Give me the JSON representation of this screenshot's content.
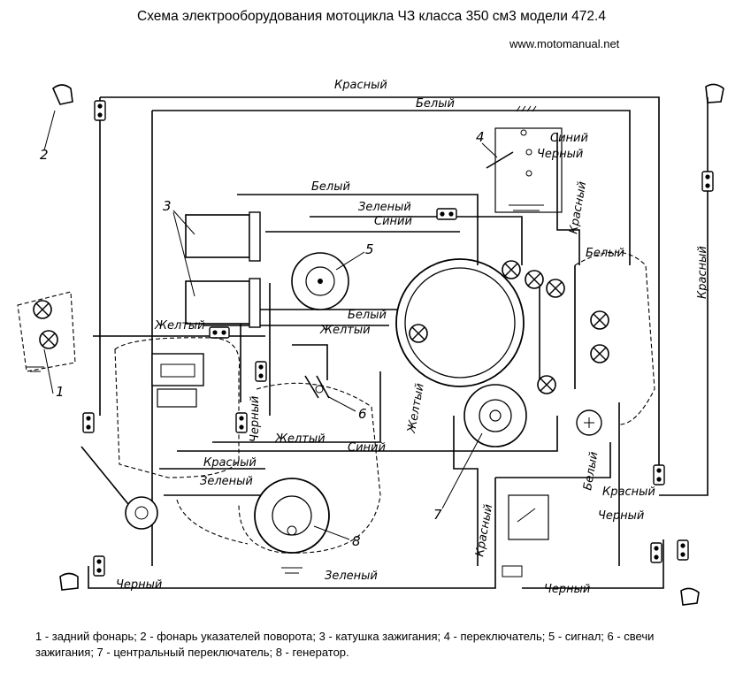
{
  "title": "Схема электрооборудования мотоцикла ЧЗ класса 350 см3 модели 472.4",
  "url": "www.motomanual.net",
  "wire_labels": {
    "red_top": "Красный",
    "white_top": "Белый",
    "white_mid": "Белый",
    "green_mid": "Зеленый",
    "blue_mid": "Синий",
    "blue_switch": "Синий",
    "black_switch": "Черный",
    "red_switch": "Красный",
    "white_right": "Белый",
    "red_right": "Красный",
    "white_center": "Белый",
    "yellow_left": "Желтый",
    "yellow_center": "Желтый",
    "yellow_vertical": "Желтый",
    "black_vertical": "Черный",
    "yellow_lower": "Желтый",
    "blue_lower": "Синий",
    "red_left": "Красный",
    "green_left": "Зеленый",
    "white_lower_right": "Белый",
    "red_lower_right": "Красный",
    "black_lower_right": "Черный",
    "red_vertical_lower": "Красный",
    "black_bottom_left": "Черный",
    "green_bottom": "Зеленый",
    "black_bottom_right": "Черный"
  },
  "callouts": [
    "1",
    "2",
    "3",
    "4",
    "5",
    "6",
    "7",
    "8"
  ],
  "caption": "1 - задний фонарь; 2 - фонарь указателей поворота; 3 - катушка зажигания; 4 - переключатель; 5 - сигнал; 6 - свечи зажигания; 7 - центральный переключатель; 8 - генератор."
}
